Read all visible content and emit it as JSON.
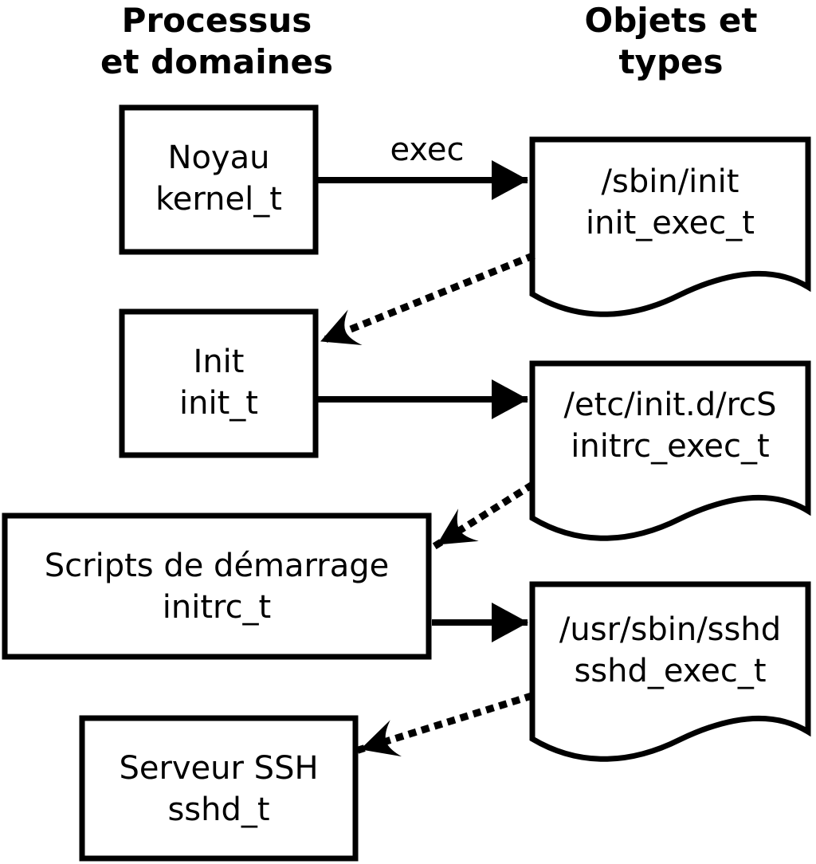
{
  "diagram": {
    "headers": {
      "left": "Processus\net domaines",
      "right": "Objets et\ntypes"
    },
    "process_boxes": [
      {
        "label": "Noyau\nkernel_t"
      },
      {
        "label": "Init\ninit_t"
      },
      {
        "label": "Scripts de démarrage\ninitrc_t"
      },
      {
        "label": "Serveur SSH\nsshd_t"
      }
    ],
    "object_documents": [
      {
        "label": "/sbin/init\ninit_exec_t"
      },
      {
        "label": "/etc/init.d/rcS\ninitrc_exec_t"
      },
      {
        "label": "/usr/sbin/sshd\nsshd_exec_t"
      }
    ],
    "edge_label": "exec",
    "colors": {
      "line": "#000000",
      "fill": "#ffffff",
      "text": "#000000"
    }
  }
}
